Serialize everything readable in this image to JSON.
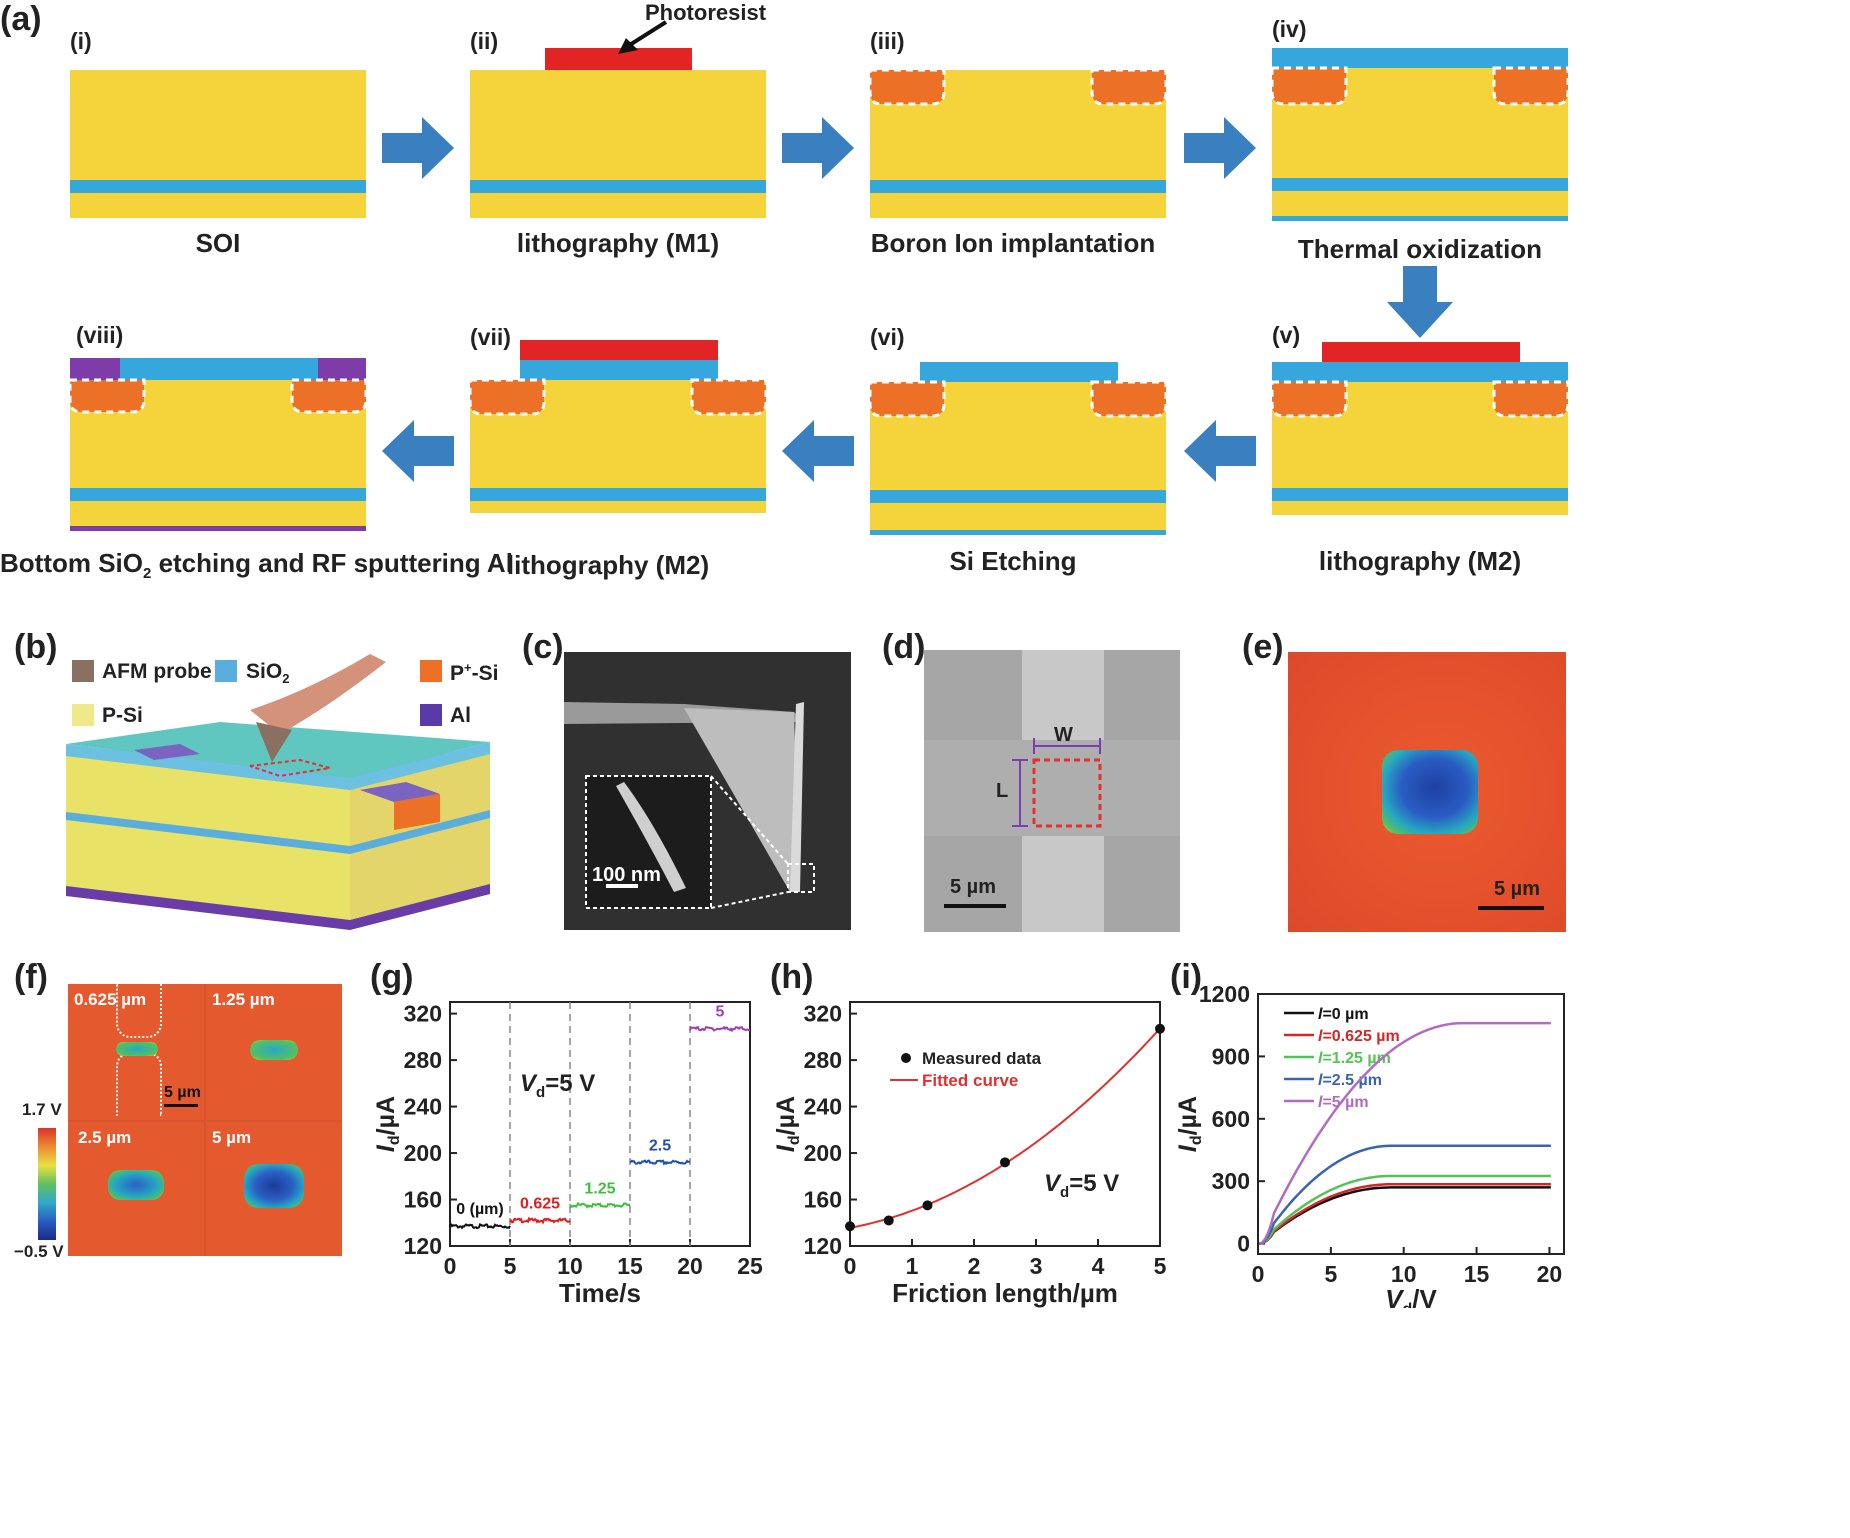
{
  "panel_labels": {
    "a": "(a)",
    "b": "(b)",
    "c": "(c)",
    "d": "(d)",
    "e": "(e)",
    "f": "(f)",
    "g": "(g)",
    "h": "(h)",
    "i": "(i)"
  },
  "steps": [
    {
      "num": "(i)",
      "caption": "SOI"
    },
    {
      "num": "(ii)",
      "caption": "lithography (M1)"
    },
    {
      "num": "(iii)",
      "caption": "Boron Ion implantation"
    },
    {
      "num": "(iv)",
      "caption": "Thermal oxidization"
    },
    {
      "num": "(v)",
      "caption": "lithography (M2)"
    },
    {
      "num": "(vi)",
      "caption": "Si Etching"
    },
    {
      "num": "(vii)",
      "caption": "lithography (M2)"
    },
    {
      "num": "(viii)",
      "caption_pre": "Bottom SiO",
      "caption_sub": "2",
      "caption_post": " etching and RF sputtering Al"
    }
  ],
  "photoresist_label": "Photoresist",
  "legend_b": {
    "afm": "AFM probe",
    "sio2_pre": "SiO",
    "sio2_sub": "2",
    "psi_plus_pre": "P",
    "psi_plus_sup": "+",
    "psi_plus_post": "-Si",
    "psi": "P-Si",
    "al": "Al"
  },
  "colors": {
    "psi": "#f5d33b",
    "sio2": "#35a7dd",
    "p_plus_si": "#ec7026",
    "al": "#7d3ca8",
    "photoresist": "#e32424",
    "arrow": "#3a7fc0",
    "afm": "#8a7060"
  },
  "panel_c": {
    "scale": "100 nm"
  },
  "panel_d": {
    "w": "W",
    "l": "L",
    "scale": "5 µm"
  },
  "panel_e": {
    "scale": "5 µm"
  },
  "panel_f": {
    "tiles": [
      "0.625 µm",
      "1.25 µm",
      "2.5 µm",
      "5 µm"
    ],
    "scale": "5 µm",
    "cbar_max": "1.7 V",
    "cbar_min": "−0.5 V"
  },
  "chart_data": [
    {
      "type": "line",
      "panel": "g",
      "xlabel": "Time/s",
      "ylabel_main": "I",
      "ylabel_sub": "d",
      "ylabel_unit": "/µA",
      "xlim": [
        0,
        25
      ],
      "ylim": [
        120,
        330
      ],
      "xticks": [
        0,
        5,
        10,
        15,
        20,
        25
      ],
      "yticks": [
        120,
        160,
        200,
        240,
        280,
        320
      ],
      "annotation_pre": "V",
      "annotation_sub": "d",
      "annotation_post": "=5 V",
      "segments": [
        {
          "label": "0 (µm)",
          "x": [
            0,
            5
          ],
          "y": 137,
          "color": "#111111"
        },
        {
          "label": "0.625",
          "x": [
            5,
            10
          ],
          "y": 142,
          "color": "#e02020"
        },
        {
          "label": "1.25",
          "x": [
            10,
            15
          ],
          "y": 155,
          "color": "#3fbf3f"
        },
        {
          "label": "2.5",
          "x": [
            15,
            20
          ],
          "y": 192,
          "color": "#2050b0"
        },
        {
          "label": "5",
          "x": [
            20,
            25
          ],
          "y": 307,
          "color": "#a040b0"
        }
      ]
    },
    {
      "type": "scatter",
      "panel": "h",
      "xlabel": "Friction length/µm",
      "ylabel_main": "I",
      "ylabel_sub": "d",
      "ylabel_unit": "/µA",
      "xlim": [
        0,
        5
      ],
      "ylim": [
        120,
        330
      ],
      "xticks": [
        0,
        1,
        2,
        3,
        4,
        5
      ],
      "yticks": [
        120,
        160,
        200,
        240,
        280,
        320
      ],
      "legend": [
        "Measured data",
        "Fitted curve"
      ],
      "annotation_pre": "V",
      "annotation_sub": "d",
      "annotation_post": "=5 V",
      "x": [
        0,
        0.625,
        1.25,
        2.5,
        5
      ],
      "y": [
        137,
        142,
        155,
        192,
        307
      ],
      "fit_color": "#e03030"
    },
    {
      "type": "line",
      "panel": "i",
      "xlabel_main": "V",
      "xlabel_sub": "d",
      "xlabel_unit": "/V",
      "ylabel_main": "I",
      "ylabel_sub": "d",
      "ylabel_unit": "/µA",
      "xlim": [
        0,
        21
      ],
      "ylim": [
        -50,
        1200
      ],
      "xticks": [
        0,
        5,
        10,
        15,
        20
      ],
      "yticks": [
        0,
        300,
        600,
        900,
        1200
      ],
      "series": [
        {
          "name_pre": "l",
          "name_post": "=0 µm",
          "color": "#111111",
          "sat": 270
        },
        {
          "name_pre": "l",
          "name_post": "=0.625 µm",
          "color": "#d02828",
          "sat": 285
        },
        {
          "name_pre": "l",
          "name_post": "=1.25 µm",
          "color": "#55c255",
          "sat": 325
        },
        {
          "name_pre": "l",
          "name_post": "=2.5 µm",
          "color": "#3a64b0",
          "sat": 470
        },
        {
          "name_pre": "l",
          "name_post": "=5 µm",
          "color": "#b06cc0",
          "sat": 1060
        }
      ]
    }
  ]
}
